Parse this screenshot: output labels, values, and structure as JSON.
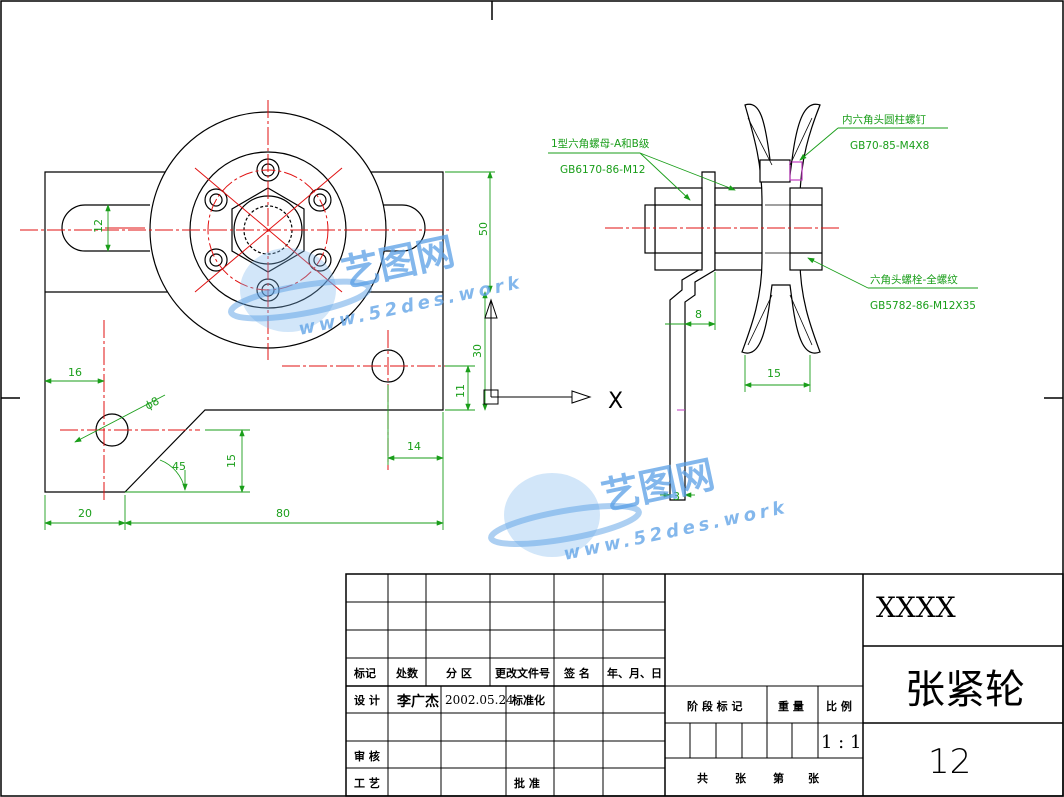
{
  "drawing": {
    "dimensions": {
      "d12": "12",
      "d16": "16",
      "d8": "ϕ8",
      "d45": "45",
      "d15a": "15",
      "d20": "20",
      "d80": "80",
      "d14": "14",
      "d11": "11",
      "d30": "30",
      "d50": "50",
      "d8b": "8",
      "d15b": "15",
      "d3": "3"
    },
    "axis_x_label": "X",
    "parts": {
      "nut_name": "1型六角螺母-A和B级",
      "nut_code": "GB6170-86-M12",
      "screw_name": "内六角头圆柱螺钉",
      "screw_code": "GB70-85-M4X8",
      "bolt_name": "六角头螺栓-全螺纹",
      "bolt_code": "GB5782-86-M12X35"
    },
    "watermark": {
      "brand": "艺图网",
      "url": "www.52des.work"
    }
  },
  "title_block": {
    "headers": {
      "mark": "标记",
      "count": "处数",
      "zone": "分 区",
      "doc": "更改文件号",
      "sign": "签 名",
      "date": "年、月、日"
    },
    "design_label": "设 计",
    "designer": "李广杰",
    "design_date": "2002.05.24",
    "standard_label": "标准化",
    "review_label": "审 核",
    "process_label": "工 艺",
    "approve_label": "批 准",
    "stage_label": "阶 段 标 记",
    "weight_label": "重 量",
    "scale_label": "比 例",
    "scale_value": "1 : 1",
    "sheets_label_1": "共",
    "sheets_label_2": "张",
    "sheets_label_3": "第",
    "sheets_label_4": "张",
    "drawing_code": "XXXX",
    "drawing_name": "张紧轮",
    "drawing_number": "12"
  }
}
